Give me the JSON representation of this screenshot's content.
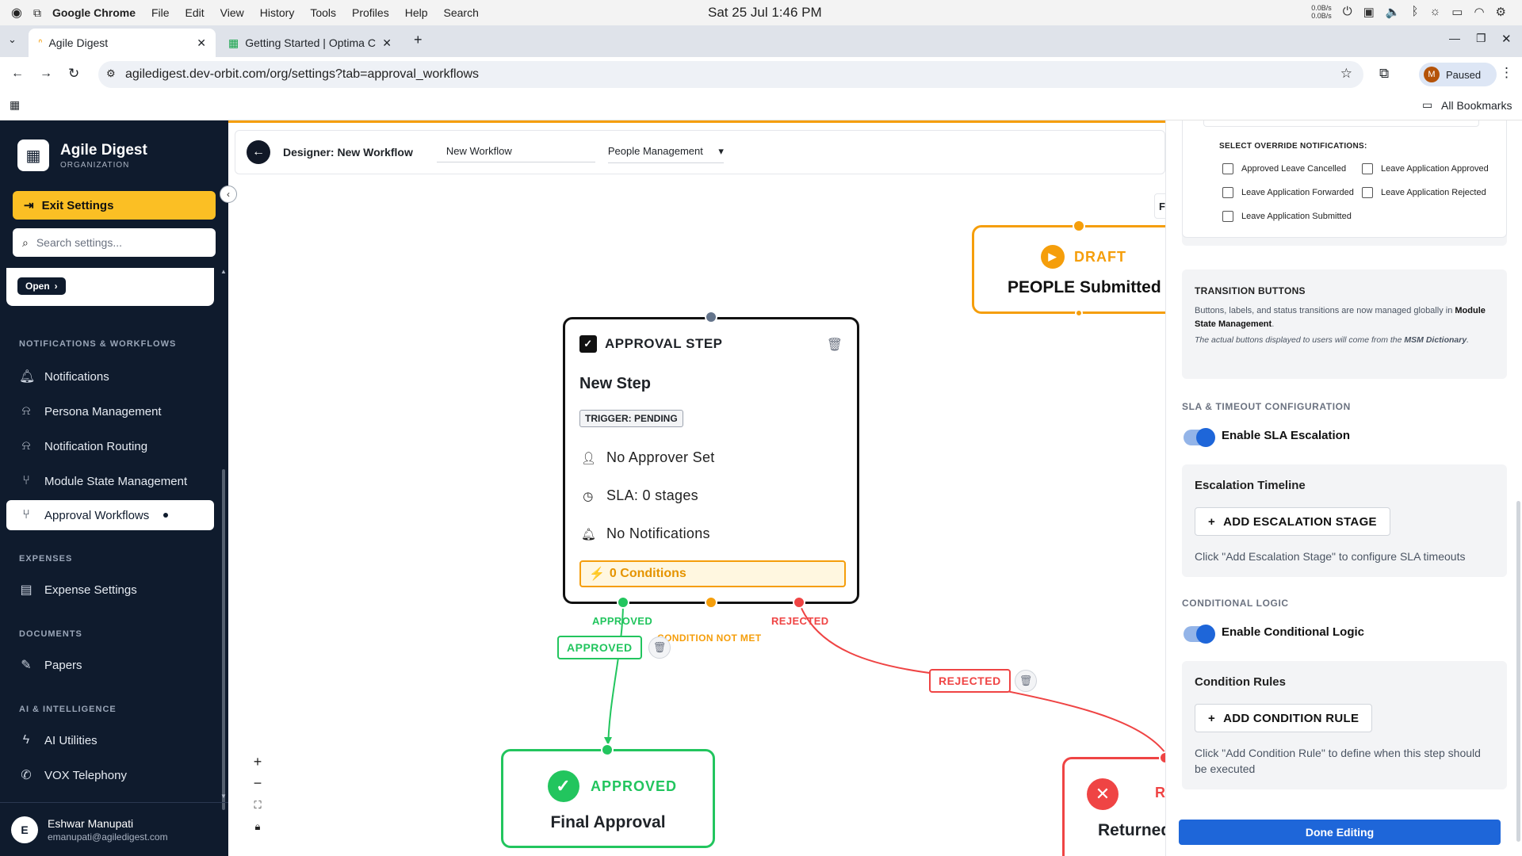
{
  "os": {
    "app": "Google Chrome",
    "menus": [
      "File",
      "Edit",
      "View",
      "History",
      "Tools",
      "Profiles",
      "Help",
      "Search"
    ],
    "clock": "Sat 25 Jul  1:46 PM",
    "net_up": "0.0B/s",
    "net_down": "0.0B/s"
  },
  "browser": {
    "tabs": [
      {
        "title": "Agile Digest",
        "active": true
      },
      {
        "title": "Getting Started | Optima C",
        "active": false
      }
    ],
    "url": "agiledigest.dev-orbit.com/org/settings?tab=approval_workflows",
    "profile_initial": "M",
    "profile_status": "Paused",
    "bookmarks_label": "All Bookmarks"
  },
  "sidebar": {
    "org_name": "Agile Digest",
    "org_type": "ORGANIZATION",
    "exit_label": "Exit Settings",
    "search_placeholder": "Search settings...",
    "open_label": "Open",
    "sections": [
      {
        "label": "NOTIFICATIONS & WORKFLOWS",
        "items": [
          {
            "label": "Notifications",
            "icon": "bell-icon"
          },
          {
            "label": "Persona Management",
            "icon": "bell-cog-icon"
          },
          {
            "label": "Notification Routing",
            "icon": "bell-route-icon"
          },
          {
            "label": "Module State Management",
            "icon": "git-branch-icon"
          },
          {
            "label": "Approval Workflows",
            "icon": "workflow-icon",
            "active": true
          }
        ]
      },
      {
        "label": "EXPENSES",
        "items": [
          {
            "label": "Expense Settings",
            "icon": "receipt-icon"
          }
        ]
      },
      {
        "label": "DOCUMENTS",
        "items": [
          {
            "label": "Papers",
            "icon": "document-edit-icon"
          }
        ]
      },
      {
        "label": "AI & INTELLIGENCE",
        "items": [
          {
            "label": "AI Utilities",
            "icon": "lightning-icon"
          },
          {
            "label": "VOX Telephony",
            "icon": "phone-icon"
          }
        ]
      }
    ],
    "user": {
      "initial": "E",
      "name": "Eshwar Manupati",
      "email": "emanupati@agiledigest.com"
    }
  },
  "designer": {
    "title": "Designer: New Workflow",
    "workflow_name": "New Workflow",
    "module": "People Management",
    "f_label": "F"
  },
  "nodes": {
    "approval": {
      "type_label": "APPROVAL STEP",
      "title": "New Step",
      "trigger": "TRIGGER: PENDING",
      "approver": "No Approver Set",
      "sla": "SLA: 0 stages",
      "notifications": "No Notifications",
      "conditions": "0 Conditions"
    },
    "draft": {
      "status": "DRAFT",
      "title": "PEOPLE Submitted"
    },
    "final": {
      "status": "APPROVED",
      "title": "Final Approval"
    },
    "returned": {
      "status": "R",
      "title": "Returned"
    }
  },
  "edges": {
    "approved_port_label": "APPROVED",
    "rejected_port_label": "REJECTED",
    "condition_label": "CONDITION NOT MET",
    "approved_pill": "APPROVED",
    "rejected_pill": "REJECTED"
  },
  "colors": {
    "approved": "#22c55e",
    "rejected": "#ef4444",
    "draft": "#f59e0b",
    "accent": "#1e66d9",
    "sidebar_bg": "#0f1b2d"
  },
  "panel": {
    "override_title": "SELECT OVERRIDE NOTIFICATIONS:",
    "override_options": [
      {
        "label": "Approved Leave Cancelled",
        "checked": false
      },
      {
        "label": "Leave Application Approved",
        "checked": false
      },
      {
        "label": "Leave Application Forwarded",
        "checked": false
      },
      {
        "label": "Leave Application Rejected",
        "checked": false
      },
      {
        "label": "Leave Application Submitted",
        "checked": false
      }
    ],
    "transition_title": "TRANSITION BUTTONS",
    "transition_text": "Buttons, labels, and status transitions are now managed globally in",
    "transition_link": "Module State Management",
    "transition_italic_1": "The actual buttons displayed to users will come from the",
    "transition_italic_bold": "MSM",
    "transition_italic_2": "Dictionary",
    "sla_section": "SLA & TIMEOUT CONFIGURATION",
    "sla_toggle": "Enable SLA Escalation",
    "escalation_title": "Escalation Timeline",
    "add_escalation": "ADD ESCALATION STAGE",
    "escalation_hint": "Click \"Add Escalation Stage\" to configure SLA timeouts",
    "cond_section": "CONDITIONAL LOGIC",
    "cond_toggle": "Enable Conditional Logic",
    "cond_rules_title": "Condition Rules",
    "add_condition": "ADD CONDITION RULE",
    "cond_hint": "Click \"Add Condition Rule\" to define when this step should be executed",
    "done": "Done Editing"
  }
}
